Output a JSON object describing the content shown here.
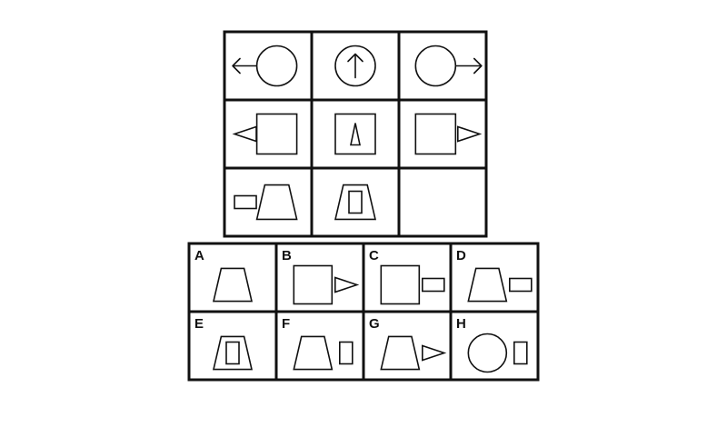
{
  "puzzle": {
    "matrix": [
      {
        "row": 1,
        "cells": [
          {
            "shape": "circle",
            "marker": "left-arrow-icon",
            "marker_position": "left"
          },
          {
            "shape": "circle",
            "marker": "up-arrow-icon",
            "marker_position": "inside"
          },
          {
            "shape": "circle",
            "marker": "right-arrow-icon",
            "marker_position": "right"
          }
        ]
      },
      {
        "row": 2,
        "cells": [
          {
            "shape": "square",
            "marker": "triangle-left-icon",
            "marker_position": "left"
          },
          {
            "shape": "square",
            "marker": "triangle-up-icon",
            "marker_position": "inside"
          },
          {
            "shape": "square",
            "marker": "triangle-right-icon",
            "marker_position": "right"
          }
        ]
      },
      {
        "row": 3,
        "cells": [
          {
            "shape": "trapezoid",
            "marker": "horizontal-rectangle-icon",
            "marker_position": "left"
          },
          {
            "shape": "trapezoid",
            "marker": "vertical-rectangle-icon",
            "marker_position": "inside"
          },
          {
            "shape": "empty",
            "marker": "none",
            "marker_position": "none"
          }
        ]
      }
    ],
    "options": [
      {
        "label": "A",
        "shape": "trapezoid",
        "marker": "none",
        "marker_position": "none"
      },
      {
        "label": "B",
        "shape": "square",
        "marker": "triangle-right-icon",
        "marker_position": "right"
      },
      {
        "label": "C",
        "shape": "square",
        "marker": "horizontal-rectangle-icon",
        "marker_position": "right"
      },
      {
        "label": "D",
        "shape": "trapezoid",
        "marker": "horizontal-rectangle-icon",
        "marker_position": "right"
      },
      {
        "label": "E",
        "shape": "trapezoid",
        "marker": "vertical-rectangle-icon",
        "marker_position": "inside"
      },
      {
        "label": "F",
        "shape": "trapezoid",
        "marker": "vertical-rectangle-icon",
        "marker_position": "right"
      },
      {
        "label": "G",
        "shape": "trapezoid",
        "marker": "triangle-right-icon",
        "marker_position": "right"
      },
      {
        "label": "H",
        "shape": "circle",
        "marker": "vertical-rectangle-icon",
        "marker_position": "right"
      }
    ]
  }
}
